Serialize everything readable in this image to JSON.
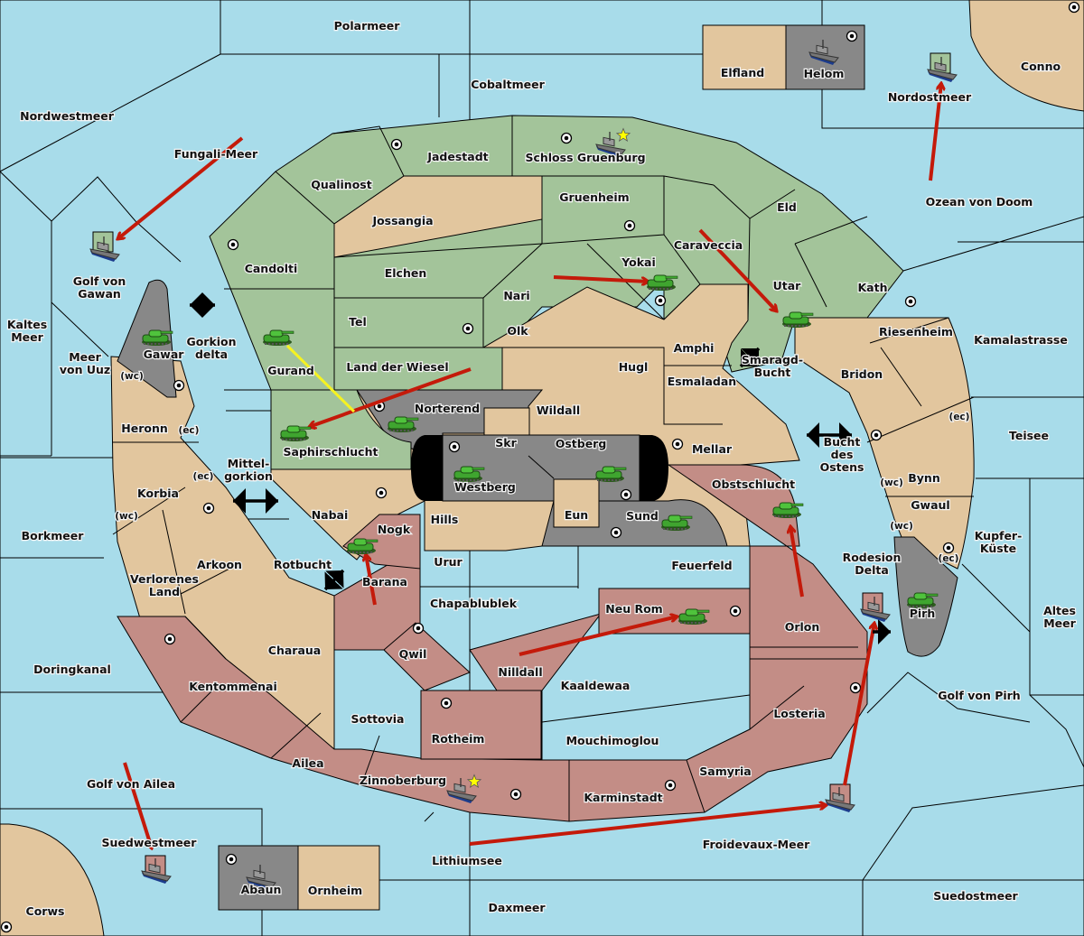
{
  "title": "Diplomacy-style strategy map",
  "colors": {
    "sea": "#a8dcea",
    "green_power": "#a3c49a",
    "red_power": "#c38d86",
    "neutral_land": "#e2c69e",
    "gray_power": "#888888",
    "move_arrow": "#c41a0a",
    "support_arrow": "#f5f222",
    "capital_star": "#ffff00"
  },
  "territories": [
    {
      "name": "Polarmeer",
      "type": "sea"
    },
    {
      "name": "Cobaltmeer",
      "type": "sea"
    },
    {
      "name": "Nordwestmeer",
      "type": "sea"
    },
    {
      "name": "Fungali-Meer",
      "type": "sea"
    },
    {
      "name": "Nordostmeer",
      "type": "sea"
    },
    {
      "name": "Ozean von Doom",
      "type": "sea"
    },
    {
      "name": "Conno",
      "type": "land"
    },
    {
      "name": "Elfland",
      "type": "land"
    },
    {
      "name": "Helom",
      "type": "gray"
    },
    {
      "name": "Jadestadt",
      "type": "green"
    },
    {
      "name": "Schloss Gruenburg",
      "type": "green"
    },
    {
      "name": "Qualinost",
      "type": "green"
    },
    {
      "name": "Jossangia",
      "type": "land"
    },
    {
      "name": "Gruenheim",
      "type": "green"
    },
    {
      "name": "Eld",
      "type": "green"
    },
    {
      "name": "Candolti",
      "type": "green"
    },
    {
      "name": "Elchen",
      "type": "green"
    },
    {
      "name": "Caraveccia",
      "type": "green"
    },
    {
      "name": "Yokai",
      "type": "green"
    },
    {
      "name": "Nari",
      "type": "green"
    },
    {
      "name": "Utar",
      "type": "green"
    },
    {
      "name": "Kath",
      "type": "green"
    },
    {
      "name": "Tel",
      "type": "green"
    },
    {
      "name": "Olk",
      "type": "land"
    },
    {
      "name": "Amphi",
      "type": "land"
    },
    {
      "name": "Riesenheim",
      "type": "land"
    },
    {
      "name": "Kamalastrasse",
      "type": "sea"
    },
    {
      "name": "Golf von Gawan",
      "type": "sea"
    },
    {
      "name": "Kaltes Meer",
      "type": "sea"
    },
    {
      "name": "Meer von Uuz",
      "type": "sea"
    },
    {
      "name": "Gawar",
      "type": "gray"
    },
    {
      "name": "Gorkion delta",
      "type": "sea"
    },
    {
      "name": "Gurand",
      "type": "green"
    },
    {
      "name": "Land der Wiesel",
      "type": "green"
    },
    {
      "name": "Hugl",
      "type": "land"
    },
    {
      "name": "Esmaladan",
      "type": "land"
    },
    {
      "name": "Smaragd-Bucht",
      "type": "sea"
    },
    {
      "name": "Bridon",
      "type": "land"
    },
    {
      "name": "Heronn",
      "type": "land"
    },
    {
      "name": "Norterend",
      "type": "gray"
    },
    {
      "name": "Wildall",
      "type": "land"
    },
    {
      "name": "Skr",
      "type": "land"
    },
    {
      "name": "Ostberg",
      "type": "gray"
    },
    {
      "name": "Mellar",
      "type": "land"
    },
    {
      "name": "Saphirschlucht",
      "type": "green"
    },
    {
      "name": "Westberg",
      "type": "gray"
    },
    {
      "name": "Teisee",
      "type": "sea"
    },
    {
      "name": "Bucht des Ostens",
      "type": "sea"
    },
    {
      "name": "Bynn",
      "type": "land"
    },
    {
      "name": "Mittel-gorkion",
      "type": "sea"
    },
    {
      "name": "Korbia",
      "type": "land"
    },
    {
      "name": "Obstschlucht",
      "type": "red"
    },
    {
      "name": "Nabai",
      "type": "land"
    },
    {
      "name": "Eun",
      "type": "land"
    },
    {
      "name": "Sund",
      "type": "gray"
    },
    {
      "name": "Gwaul",
      "type": "land"
    },
    {
      "name": "Hills",
      "type": "land"
    },
    {
      "name": "Nogk",
      "type": "red"
    },
    {
      "name": "Borkmeer",
      "type": "sea"
    },
    {
      "name": "Kupfer-Küste",
      "type": "sea"
    },
    {
      "name": "Urur",
      "type": "land"
    },
    {
      "name": "Feuerfeld",
      "type": "land"
    },
    {
      "name": "Arkoon",
      "type": "land"
    },
    {
      "name": "Rotbucht",
      "type": "sea"
    },
    {
      "name": "Rodesion Delta",
      "type": "sea"
    },
    {
      "name": "Barana",
      "type": "red"
    },
    {
      "name": "Chapablublek",
      "type": "land"
    },
    {
      "name": "Verlorenes Land",
      "type": "land"
    },
    {
      "name": "Neu Rom",
      "type": "red"
    },
    {
      "name": "Pirh",
      "type": "gray"
    },
    {
      "name": "Orlon",
      "type": "red"
    },
    {
      "name": "Altes Meer",
      "type": "sea"
    },
    {
      "name": "Charaua",
      "type": "land"
    },
    {
      "name": "Qwil",
      "type": "red"
    },
    {
      "name": "Nilldall",
      "type": "red"
    },
    {
      "name": "Doringkanal",
      "type": "sea"
    },
    {
      "name": "Kentommenai",
      "type": "red"
    },
    {
      "name": "Kaaldewaa",
      "type": "land"
    },
    {
      "name": "Golf von Pirh",
      "type": "sea"
    },
    {
      "name": "Losteria",
      "type": "red"
    },
    {
      "name": "Sottovia",
      "type": "land"
    },
    {
      "name": "Rotheim",
      "type": "red"
    },
    {
      "name": "Mouchimoglou",
      "type": "land"
    },
    {
      "name": "Ailea",
      "type": "red"
    },
    {
      "name": "Samyria",
      "type": "red"
    },
    {
      "name": "Golf von Ailea",
      "type": "sea"
    },
    {
      "name": "Zinnoberburg",
      "type": "red"
    },
    {
      "name": "Karminstadt",
      "type": "red"
    },
    {
      "name": "Froidevaux-Meer",
      "type": "sea"
    },
    {
      "name": "Suedwestmeer",
      "type": "sea"
    },
    {
      "name": "Lithiumsee",
      "type": "sea"
    },
    {
      "name": "Abaun",
      "type": "gray"
    },
    {
      "name": "Ornheim",
      "type": "land"
    },
    {
      "name": "Daxmeer",
      "type": "sea"
    },
    {
      "name": "Suedostmeer",
      "type": "sea"
    },
    {
      "name": "Corws",
      "type": "land"
    }
  ],
  "coast_markers": [
    "(wc)",
    "(ec)",
    "(ec)",
    "(wc)",
    "(ec)",
    "(wc)",
    "(wc)",
    "(ec)"
  ],
  "units": [
    {
      "kind": "fleet",
      "location": "Helom",
      "power": "gray"
    },
    {
      "kind": "fleet",
      "location": "Schloss Gruenburg",
      "power": "green",
      "capital": true
    },
    {
      "kind": "fleet",
      "location": "Nordostmeer",
      "power": "green"
    },
    {
      "kind": "fleet",
      "location": "Golf von Gawan",
      "power": "green"
    },
    {
      "kind": "army",
      "location": "Gawar",
      "power": "gray"
    },
    {
      "kind": "army",
      "location": "Gurand",
      "power": "green"
    },
    {
      "kind": "army",
      "location": "Saphirschlucht",
      "power": "green"
    },
    {
      "kind": "army",
      "location": "Norterend",
      "power": "gray"
    },
    {
      "kind": "army",
      "location": "Yokai",
      "power": "green"
    },
    {
      "kind": "army",
      "location": "Utar",
      "power": "green"
    },
    {
      "kind": "army",
      "location": "Westberg",
      "power": "gray"
    },
    {
      "kind": "army",
      "location": "Ostberg",
      "power": "gray"
    },
    {
      "kind": "army",
      "location": "Sund",
      "power": "gray"
    },
    {
      "kind": "army",
      "location": "Obstschlucht",
      "power": "red"
    },
    {
      "kind": "army",
      "location": "Nogk",
      "power": "red"
    },
    {
      "kind": "army",
      "location": "Neu Rom",
      "power": "red"
    },
    {
      "kind": "army",
      "location": "Pirh",
      "power": "gray"
    },
    {
      "kind": "fleet",
      "location": "Rodesion Delta",
      "power": "red"
    },
    {
      "kind": "fleet",
      "location": "Zinnoberburg",
      "power": "red",
      "capital": true
    },
    {
      "kind": "fleet",
      "location": "Froidevaux-Meer",
      "power": "red"
    },
    {
      "kind": "fleet",
      "location": "Suedwestmeer",
      "power": "red"
    },
    {
      "kind": "fleet",
      "location": "Abaun",
      "power": "gray"
    }
  ],
  "orders": [
    {
      "type": "move",
      "from": "Fungali-Meer",
      "to": "Golf von Gawan"
    },
    {
      "type": "move",
      "from": "Ozean von Doom",
      "to": "Nordostmeer"
    },
    {
      "type": "move",
      "from": "Nari",
      "to": "Yokai"
    },
    {
      "type": "move",
      "from": "Caraveccia",
      "to": "Utar"
    },
    {
      "type": "move",
      "from": "Land der Wiesel",
      "to": "Saphirschlucht"
    },
    {
      "type": "support",
      "from": "Gurand",
      "to": "Saphirschlucht"
    },
    {
      "type": "move",
      "from": "Barana",
      "to": "Nogk"
    },
    {
      "type": "move",
      "from": "Orlon",
      "to": "Obstschlucht"
    },
    {
      "type": "move",
      "from": "Nilldall",
      "to": "Neu Rom"
    },
    {
      "type": "move",
      "from": "Losteria",
      "to": "Rodesion Delta"
    },
    {
      "type": "move",
      "from": "Lithiumsee",
      "to": "Froidevaux-Meer"
    },
    {
      "type": "move",
      "from": "Golf von Ailea",
      "to": "Suedwestmeer"
    }
  ]
}
